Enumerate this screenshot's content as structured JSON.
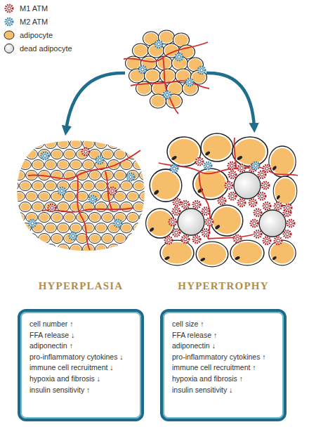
{
  "diagram": {
    "nodes": [
      {
        "text": [
          "HYPERPLASIA",
          "cell number ↑",
          "FFA release ↓",
          "adiponectin ↑",
          "pro-inflammatory cytokines ↓",
          "immune cell recruitment ↓",
          "hypoxia and fibrosis ↓",
          "insulin sensitivity ↑"
        ]
      },
      {
        "text": [
          "HYPERTROPHY",
          "cell size ↑",
          "FFA release ↑",
          "adiponectin ↓",
          "pro-inflammatory cytokines ↑",
          "immune cell recruitment ↑",
          "hypoxia and fibrosis ↑",
          "insulin sensitivity ↓"
        ]
      }
    ],
    "legend": [
      {
        "text": "M1 ATM"
      },
      {
        "text": "M2 ATM"
      },
      {
        "text": "adipocyte"
      },
      {
        "text": "dead adipocyte"
      }
    ]
  }
}
